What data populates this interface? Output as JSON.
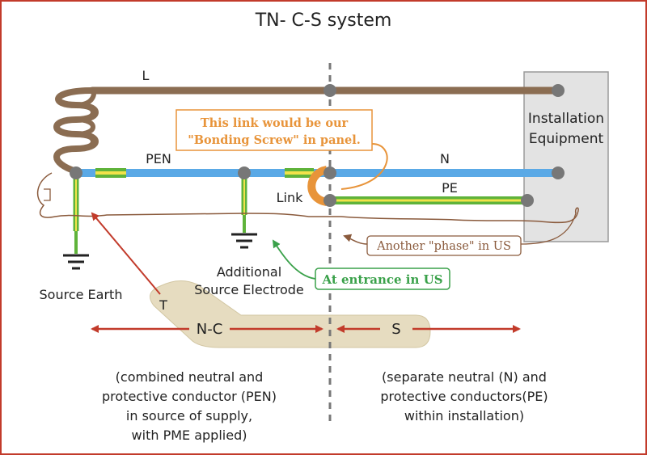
{
  "title": "TN- C-S system",
  "labels": {
    "line": "L",
    "pen": "PEN",
    "neutral": "N",
    "pe": "PE",
    "link": "Link",
    "installation_line1": "Installation",
    "installation_line2": "Equipment",
    "source_earth": "Source Earth",
    "additional_line1": "Additional",
    "additional_line2": "Source Electrode",
    "t_marker": "T",
    "nc": "N-C",
    "s": "S"
  },
  "annotations": {
    "bonding_line1": "This link would be our",
    "bonding_line2": "\"Bonding Screw\" in panel.",
    "phase_us": "Another \"phase\" in US",
    "entrance_us": "At entrance in US"
  },
  "captions": {
    "left": [
      "(combined neutral and",
      "protective conductor (PEN)",
      "in source of supply,",
      "with PME applied)"
    ],
    "right": [
      "(separate neutral (N) and",
      "protective conductors(PE)",
      "within installation)"
    ]
  },
  "colors": {
    "line_wire": "#8b6d52",
    "neutral_wire": "#5aa9e6",
    "earth_green": "#5fb33a",
    "earth_yellow": "#f2e24a",
    "annotation_orange": "#e8943a",
    "annotation_green": "#3aa14a",
    "annotation_brown": "#8a5a3c",
    "arrow_red": "#c23b2b",
    "box_gray": "#e3e3e3",
    "node_gray": "#777777",
    "tan_band": "#e6dcc0"
  }
}
